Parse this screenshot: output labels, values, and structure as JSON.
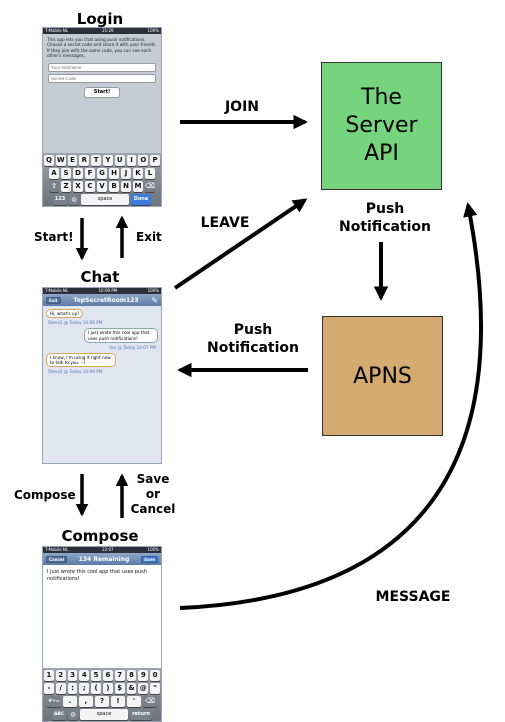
{
  "titles": {
    "login": "Login",
    "chat": "Chat",
    "compose": "Compose"
  },
  "server": {
    "line1": "The",
    "line2": "Server",
    "line3": "API",
    "fill": "#76d47e"
  },
  "apns": {
    "label": "APNS",
    "fill": "#d4aa72"
  },
  "edges": {
    "join": "JOIN",
    "leave": "LEAVE",
    "push1_line1": "Push",
    "push1_line2": "Notification",
    "push2_line1": "Push",
    "push2_line2": "Notification",
    "message": "MESSAGE",
    "start": "Start!",
    "exit": "Exit",
    "compose": "Compose",
    "save_line1": "Save",
    "save_line2": "or",
    "save_line3": "Cancel"
  },
  "login_screen": {
    "carrier": "T-Mobile NL",
    "time": "21:29",
    "battery": "100%",
    "intro": "This app lets you chat using push notifications. Choose a secret code and share it with your friends. If they join with the same code, you can see each other's messages.",
    "nickname_placeholder": "Your Nickname",
    "code_placeholder": "Secret Code",
    "start_button": "Start!",
    "kb_row1": [
      "Q",
      "W",
      "E",
      "R",
      "T",
      "Y",
      "U",
      "I",
      "O",
      "P"
    ],
    "kb_row2": [
      "A",
      "S",
      "D",
      "F",
      "G",
      "H",
      "J",
      "K",
      "L"
    ],
    "kb_row3": [
      "Z",
      "X",
      "C",
      "V",
      "B",
      "N",
      "M"
    ],
    "kb_num": "123",
    "kb_space": "space",
    "kb_done": "Done"
  },
  "chat_screen": {
    "carrier": "T-Mobile NL",
    "time": "10:09 PM",
    "battery": "100%",
    "exit_btn": "Exit",
    "room": "TopSecretRoom123",
    "msg1": "Hi, what's up?",
    "meta1": "Steve2 @ Today 10:06 PM",
    "msg2": "I just wrote this cool app that uses push notifications!",
    "meta2": "You @ Today 10:07 PM",
    "msg3": "I know, I'm using it right now to talk to you. :-)",
    "meta3": "Steve2 @ Today 10:09 PM"
  },
  "compose_screen": {
    "carrier": "T-Mobile NL",
    "time": "22:07",
    "battery": "100%",
    "cancel_btn": "Cancel",
    "remaining": "134 Remaining",
    "save_btn": "Save",
    "text": "I just wrote this cool app that uses push notifications!",
    "kb_row1": [
      "1",
      "2",
      "3",
      "4",
      "5",
      "6",
      "7",
      "8",
      "9",
      "0"
    ],
    "kb_row2": [
      "-",
      "/",
      ":",
      ";",
      "(",
      ")",
      "$",
      "&",
      "@",
      "\""
    ],
    "kb_row3": [
      ".",
      ",",
      "?",
      "!",
      "'"
    ],
    "kb_abc": "ABC",
    "kb_space": "space",
    "kb_return": "return",
    "kb_sym": "#+="
  }
}
